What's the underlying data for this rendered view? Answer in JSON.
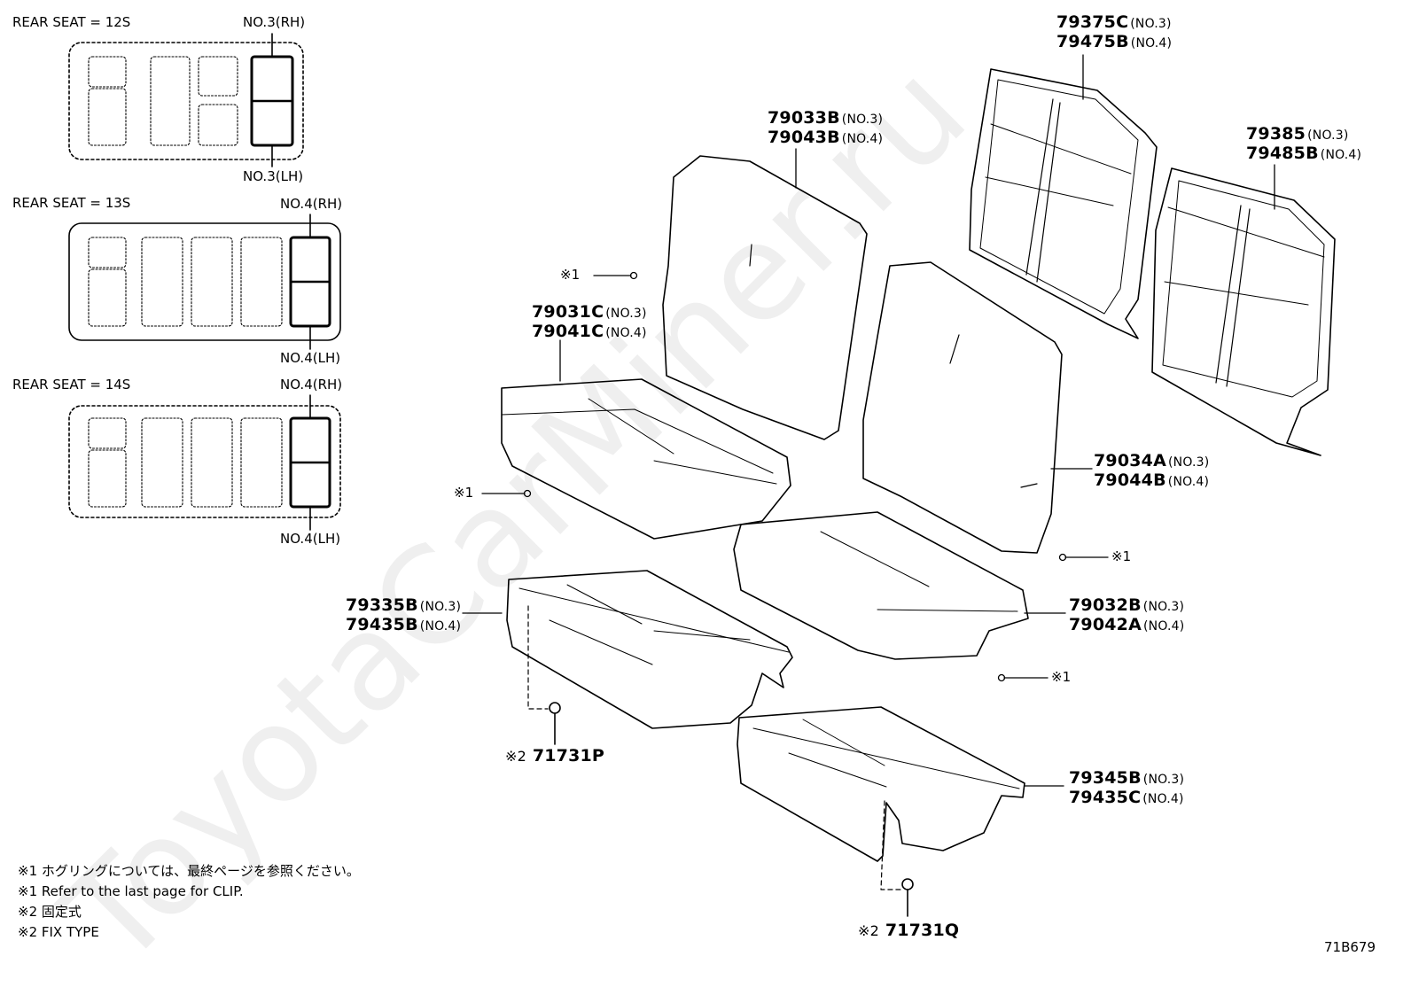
{
  "legend": [
    {
      "title": "REAR SEAT = 12S",
      "top": "NO.3(RH)",
      "bottom": "NO.3(LH)"
    },
    {
      "title": "REAR SEAT = 13S",
      "top": "NO.4(RH)",
      "bottom": "NO.4(LH)"
    },
    {
      "title": "REAR SEAT = 14S",
      "top": "NO.4(RH)",
      "bottom": "NO.4(LH)"
    }
  ],
  "parts": {
    "p79375C": {
      "pn": "79375C",
      "sfx": "(NO.3)"
    },
    "p79475B": {
      "pn": "79475B",
      "sfx": "(NO.4)"
    },
    "p79385": {
      "pn": "79385",
      "sfx": "(NO.3)"
    },
    "p79485B": {
      "pn": "79485B",
      "sfx": "(NO.4)"
    },
    "p79033B": {
      "pn": "79033B",
      "sfx": "(NO.3)"
    },
    "p79043B": {
      "pn": "79043B",
      "sfx": "(NO.4)"
    },
    "p79031C": {
      "pn": "79031C",
      "sfx": "(NO.3)"
    },
    "p79041C": {
      "pn": "79041C",
      "sfx": "(NO.4)"
    },
    "p79034A": {
      "pn": "79034A",
      "sfx": "(NO.3)"
    },
    "p79044B": {
      "pn": "79044B",
      "sfx": "(NO.4)"
    },
    "p79032B": {
      "pn": "79032B",
      "sfx": "(NO.3)"
    },
    "p79042A": {
      "pn": "79042A",
      "sfx": "(NO.4)"
    },
    "p79335B": {
      "pn": "79335B",
      "sfx": "(NO.3)"
    },
    "p79435B": {
      "pn": "79435B",
      "sfx": "(NO.4)"
    },
    "p79345B": {
      "pn": "79345B",
      "sfx": "(NO.3)"
    },
    "p79435C": {
      "pn": "79435C",
      "sfx": "(NO.4)"
    },
    "p71731P": {
      "mark": "※2",
      "pn": "71731P"
    },
    "p71731Q": {
      "mark": "※2",
      "pn": "71731Q"
    }
  },
  "clip_mark": "※1",
  "notes": [
    "※1 ホグリングについては、最終ページを参照ください。",
    "※1 Refer to the last page for CLIP.",
    "※2 固定式",
    "※2 FIX TYPE"
  ],
  "figure_code": "71B679",
  "watermark": "ToyotaCarMiner.ru"
}
